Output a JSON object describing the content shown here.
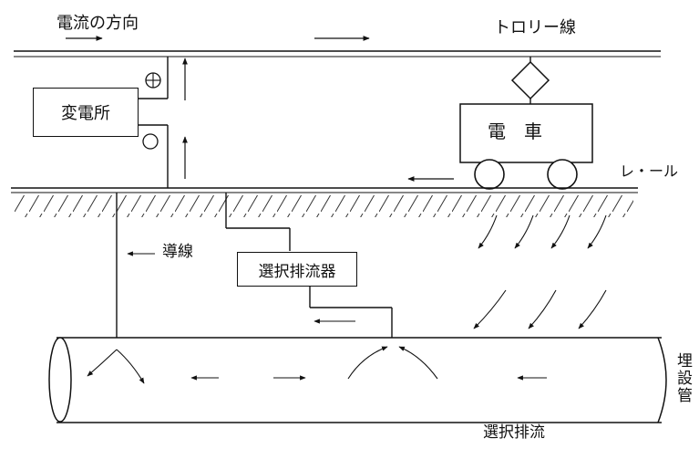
{
  "labels": {
    "current_direction": "電流の方向",
    "trolley_wire": "トロリー線",
    "substation": "変電所",
    "train": "電　車",
    "rail": "レ・ール",
    "conductor": "導線",
    "selective_drainage_device": "選択排流器",
    "buried_pipe": "埋設管",
    "selective_drainage": "選択排流"
  },
  "symbols": {
    "positive": "⊕",
    "negative": "◯"
  }
}
